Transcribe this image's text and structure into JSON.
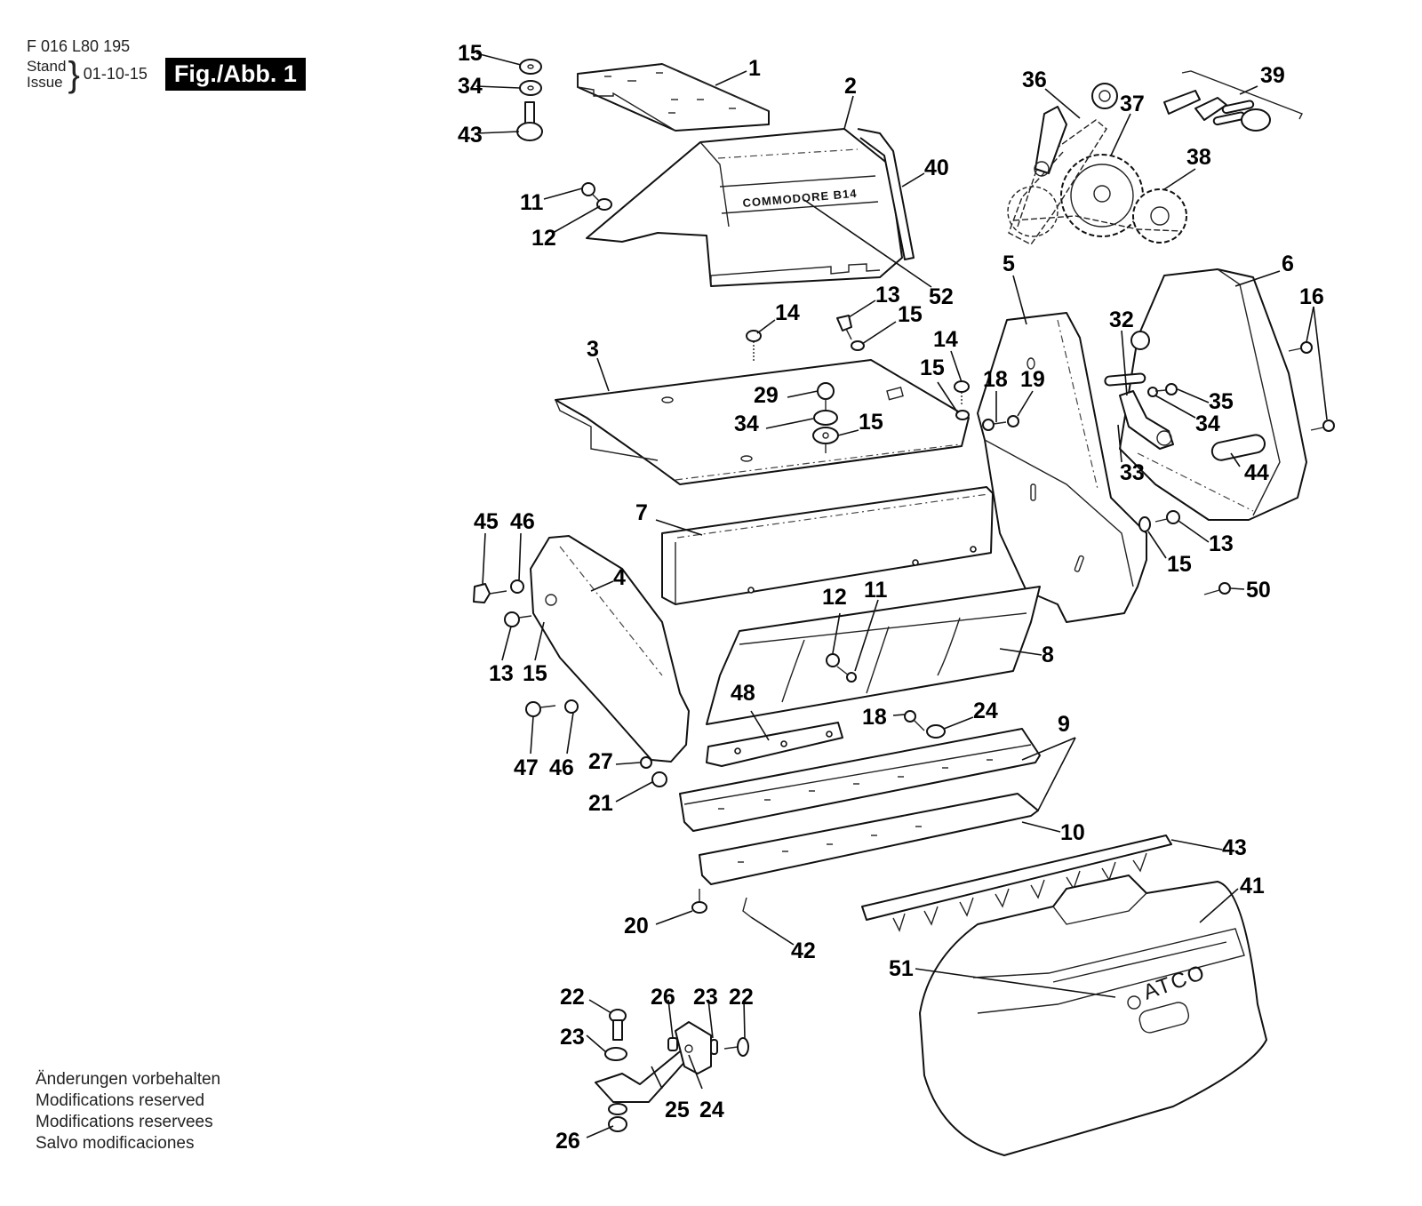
{
  "header": {
    "document_number": "F 016 L80 195",
    "stand_label": "Stand",
    "issue_label": "Issue",
    "date": "01-10-15",
    "figure_label": "Fig./Abb. 1"
  },
  "footer": {
    "lines": [
      "Änderungen vorbehalten",
      "Modifications reserved",
      "Modifications reservees",
      "Salvo modificaciones"
    ]
  },
  "diagram": {
    "stamped_text": {
      "hood_label": "COMMODORE B14",
      "grassbox_brand": "ATCO"
    },
    "callouts": [
      {
        "id": "c15a",
        "label": "15"
      },
      {
        "id": "c34a",
        "label": "34"
      },
      {
        "id": "c43a",
        "label": "43"
      },
      {
        "id": "c1",
        "label": "1"
      },
      {
        "id": "c2",
        "label": "2"
      },
      {
        "id": "c40",
        "label": "40"
      },
      {
        "id": "c11a",
        "label": "11"
      },
      {
        "id": "c12a",
        "label": "12"
      },
      {
        "id": "c52",
        "label": "52"
      },
      {
        "id": "c36",
        "label": "36"
      },
      {
        "id": "c37",
        "label": "37"
      },
      {
        "id": "c38",
        "label": "38"
      },
      {
        "id": "c39",
        "label": "39"
      },
      {
        "id": "c14a",
        "label": "14"
      },
      {
        "id": "c13a",
        "label": "13"
      },
      {
        "id": "c15b",
        "label": "15"
      },
      {
        "id": "c3",
        "label": "3"
      },
      {
        "id": "c29",
        "label": "29"
      },
      {
        "id": "c34b",
        "label": "34"
      },
      {
        "id": "c15c",
        "label": "15"
      },
      {
        "id": "c5",
        "label": "5"
      },
      {
        "id": "c14b",
        "label": "14"
      },
      {
        "id": "c15d",
        "label": "15"
      },
      {
        "id": "c18a",
        "label": "18"
      },
      {
        "id": "c19",
        "label": "19"
      },
      {
        "id": "c6",
        "label": "6"
      },
      {
        "id": "c32",
        "label": "32"
      },
      {
        "id": "c16",
        "label": "16"
      },
      {
        "id": "c35",
        "label": "35"
      },
      {
        "id": "c34c",
        "label": "34"
      },
      {
        "id": "c33",
        "label": "33"
      },
      {
        "id": "c44",
        "label": "44"
      },
      {
        "id": "c13b",
        "label": "13"
      },
      {
        "id": "c15e",
        "label": "15"
      },
      {
        "id": "c50",
        "label": "50"
      },
      {
        "id": "c7",
        "label": "7"
      },
      {
        "id": "c45",
        "label": "45"
      },
      {
        "id": "c46a",
        "label": "46"
      },
      {
        "id": "c4",
        "label": "4"
      },
      {
        "id": "c13c",
        "label": "13"
      },
      {
        "id": "c15f",
        "label": "15"
      },
      {
        "id": "c12b",
        "label": "12"
      },
      {
        "id": "c11b",
        "label": "11"
      },
      {
        "id": "c8",
        "label": "8"
      },
      {
        "id": "c48",
        "label": "48"
      },
      {
        "id": "c18b",
        "label": "18"
      },
      {
        "id": "c24a",
        "label": "24"
      },
      {
        "id": "c9",
        "label": "9"
      },
      {
        "id": "c47",
        "label": "47"
      },
      {
        "id": "c46b",
        "label": "46"
      },
      {
        "id": "c27",
        "label": "27"
      },
      {
        "id": "c21",
        "label": "21"
      },
      {
        "id": "c10",
        "label": "10"
      },
      {
        "id": "c43b",
        "label": "43"
      },
      {
        "id": "c41",
        "label": "41"
      },
      {
        "id": "c20",
        "label": "20"
      },
      {
        "id": "c42",
        "label": "42"
      },
      {
        "id": "c51",
        "label": "51"
      },
      {
        "id": "c22a",
        "label": "22"
      },
      {
        "id": "c23a",
        "label": "23"
      },
      {
        "id": "c26a",
        "label": "26"
      },
      {
        "id": "c23b",
        "label": "23"
      },
      {
        "id": "c22b",
        "label": "22"
      },
      {
        "id": "c25",
        "label": "25"
      },
      {
        "id": "c24b",
        "label": "24"
      },
      {
        "id": "c26b",
        "label": "26"
      }
    ]
  }
}
